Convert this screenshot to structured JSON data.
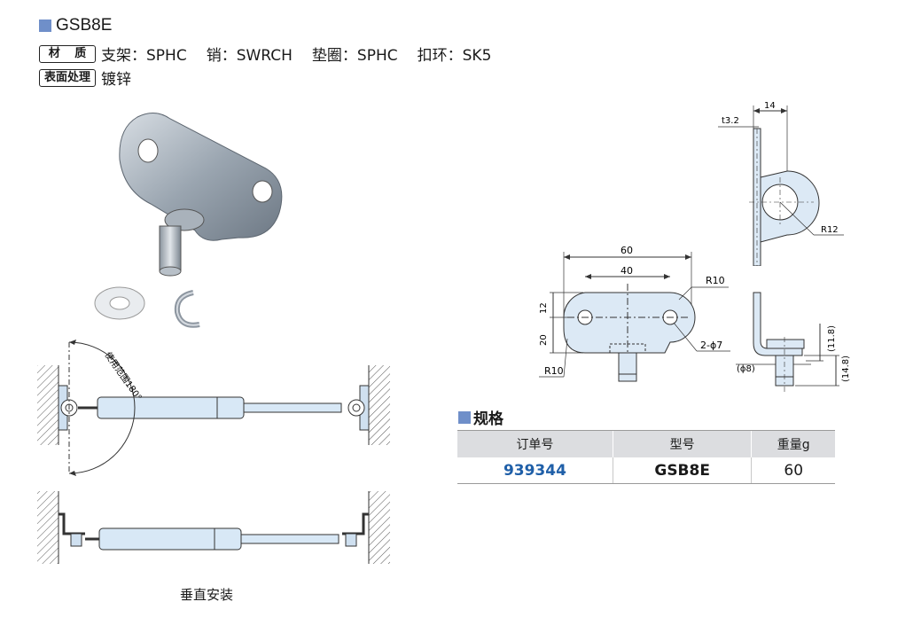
{
  "title": "GSB8E",
  "material": {
    "tag": "材 质",
    "items": [
      "支架：SPHC",
      "销：SWRCH",
      "垫圈：SPHC",
      "扣环：SK5"
    ]
  },
  "surface": {
    "tag": "表面处理",
    "value": "镀锌"
  },
  "diagram_labels": {
    "usage_range": "使用范围180°",
    "dim_60": "60",
    "dim_40": "40",
    "dim_12": "12",
    "dim_20": "20",
    "r10_top": "R10",
    "r10_bottom": "R10",
    "holes": "2-ϕ7",
    "dim_14": "14",
    "t32": "t3.2",
    "r12": "R12",
    "dim_118": "(11.8)",
    "dim_148": "(14.8)",
    "phi8": "(ϕ8)"
  },
  "caption": "垂直安装",
  "spec": {
    "title": "规格",
    "headers": [
      "订单号",
      "型号",
      "重量g"
    ],
    "row": {
      "order": "939344",
      "model": "GSB8E",
      "weight": "60"
    }
  },
  "colors": {
    "accent": "#6f8fc9",
    "order_blue": "#1f5fa8",
    "part_fill": "#dce9f5"
  }
}
